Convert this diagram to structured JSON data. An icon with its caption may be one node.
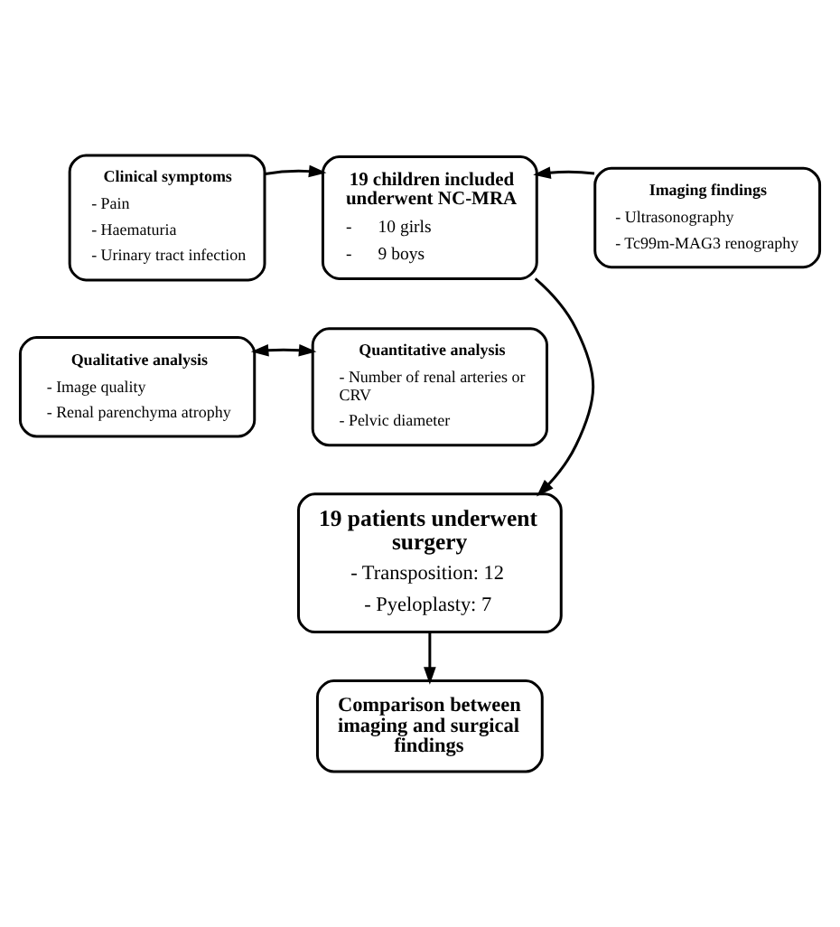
{
  "diagram": {
    "nodes": [
      {
        "text": [
          "19 children included underwent NC-MRA",
          "-      10 girls",
          "-      9 boys"
        ]
      },
      {
        "text": [
          "Clinical symptoms",
          "- Pain",
          "- Haematuria",
          "- Urinary tract infection"
        ]
      },
      {
        "text": [
          "Imaging findings",
          "- Ultrasonography",
          "- Tc99m-MAG3 renography"
        ]
      },
      {
        "text": [
          "Qualitative analysis",
          "- Image quality",
          "- Renal parenchyma atrophy"
        ]
      },
      {
        "text": [
          "Quantitative analysis",
          "- Number of renal arteries or CRV",
          "- Pelvic diameter"
        ]
      },
      {
        "text": [
          "19 patients underwent surgery",
          "- Transposition: 12",
          "- Pyeloplasty: 7"
        ]
      },
      {
        "text": [
          "Comparison between imaging and surgical findings"
        ]
      }
    ],
    "edges": [
      {
        "from": 1,
        "to": 0,
        "arrow": "to"
      },
      {
        "from": 2,
        "to": 0,
        "arrow": "to"
      },
      {
        "from": 3,
        "to": 4,
        "arrow": "both"
      },
      {
        "from": 0,
        "to": 5,
        "arrow": "to"
      },
      {
        "from": 5,
        "to": 6,
        "arrow": "to"
      }
    ]
  }
}
